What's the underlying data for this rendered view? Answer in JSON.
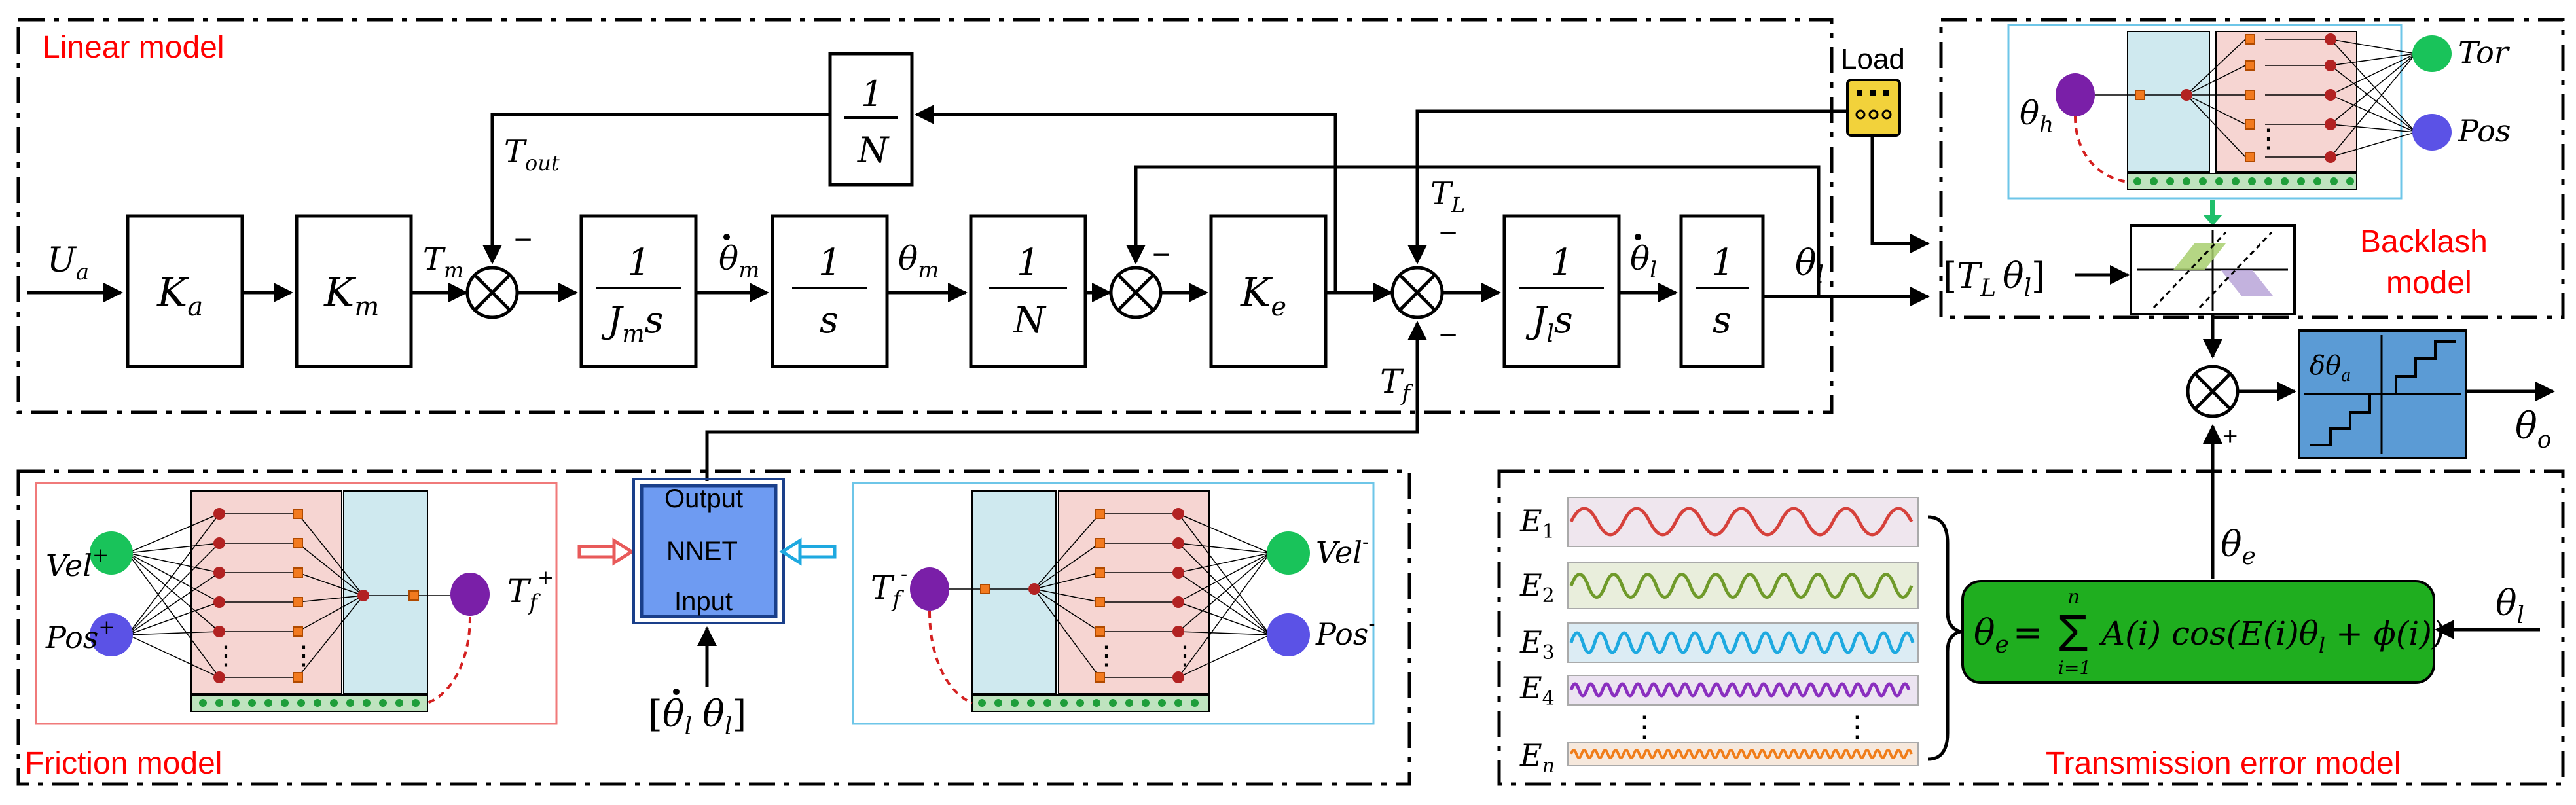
{
  "sections": {
    "linear": "Linear model",
    "backlash_line1": "Backlash",
    "backlash_line2": "model",
    "friction": "Friction  model",
    "transmission": "Transmission error model"
  },
  "load_label": "Load",
  "blocks": {
    "ka": "K",
    "ka_sub": "a",
    "km": "K",
    "km_sub": "m",
    "ke": "K",
    "ke_sub": "e",
    "one": "1",
    "n": "N",
    "s": "s",
    "jm": "J",
    "jm_sub": "m",
    "jl": "J",
    "jl_sub": "l"
  },
  "signals": {
    "u": "U",
    "u_sub": "a",
    "tm": "T",
    "tm_sub": "m",
    "tout": "T",
    "tout_sub": "out",
    "theta_m_dot": "θ",
    "theta_m_sub": "m",
    "theta_m": "θ",
    "tl": "T",
    "tl_sub": "L",
    "theta_l_dot": "θ",
    "theta_l": "θ",
    "l_sub": "l",
    "tf": "T",
    "tf_sub": "f",
    "theta_h": "θ",
    "theta_h_sub": "h",
    "theta_e": "θ",
    "theta_e_sub": "e",
    "theta_o": "θ",
    "theta_o_sub": "o",
    "minus": "−",
    "plus": "+",
    "tor": "Tor",
    "pos": "Pos",
    "vel": "Vel",
    "sup_plus": "+",
    "sup_minus": "-"
  },
  "vectors": {
    "backlash_input_T": "T",
    "backlash_input_T_sub": "L",
    "backlash_input_theta": "θ",
    "backlash_input_theta_sub": "l",
    "nnet_input_a": "θ",
    "nnet_input_b": "θ",
    "nnet_input_sub": "l"
  },
  "nnet": {
    "output": "Output",
    "name": "NNET",
    "input": "Input"
  },
  "quantizer_label": "δθ",
  "quantizer_sub": "a",
  "errors": {
    "e1": "E",
    "e1_sub": "1",
    "e2": "E",
    "e2_sub": "2",
    "e3": "E",
    "e3_sub": "3",
    "e4": "E",
    "e4_sub": "4",
    "en": "E",
    "en_sub": "n",
    "dots": "⋮"
  },
  "formula": {
    "lhs": "θ",
    "lhs_sub": "e",
    "eq": "=",
    "sum": "Σ",
    "upper": "n",
    "lower": "i=1",
    "body": "A(i) cos(E(i)θ",
    "body_sub": "l",
    "body_end": " + ϕ(i))"
  },
  "colors": {
    "section_title": "#ff0000",
    "nnet_fill": "#6e9bf2",
    "load_fill": "#f2d23b",
    "formula_fill": "#1fae1f",
    "quantizer_fill": "#5b9bd5",
    "neuron_green": "#19c35a",
    "neuron_blue": "#5b52e6",
    "neuron_purple": "#7a1fa8",
    "e1": "#d6413b",
    "e2": "#6f9a2a",
    "e3": "#1ea9e0",
    "e4": "#8a2fbf",
    "en": "#f07d1a"
  }
}
